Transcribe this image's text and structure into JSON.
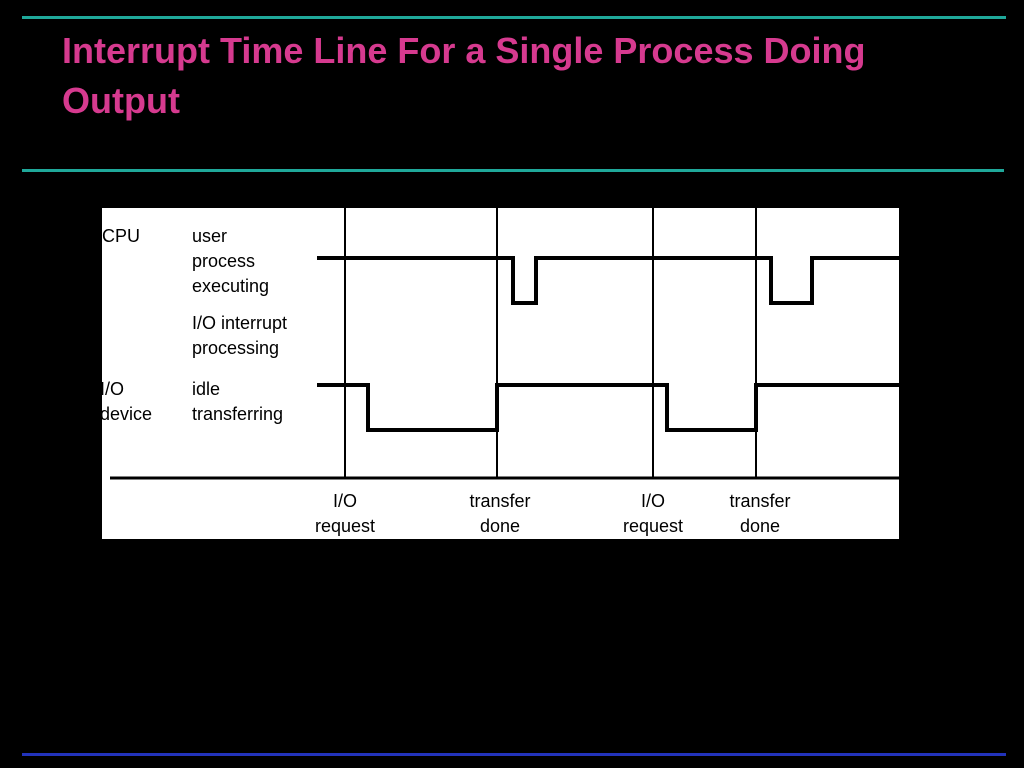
{
  "slide": {
    "title": "Interrupt Time Line For a Single Process Doing Output",
    "colors": {
      "background": "#000000",
      "title": "#d63a8f",
      "rule_top": "#1fa89a",
      "rule_mid": "#1fa89a",
      "rule_bottom": "#2233bb",
      "figure_background": "#ffffff",
      "figure_ink": "#000000"
    }
  },
  "diagram": {
    "cpu": {
      "label": "CPU",
      "states": [
        {
          "lines": [
            "user",
            "process",
            "executing"
          ]
        },
        {
          "lines": [
            "I/O interrupt",
            "processing"
          ]
        }
      ]
    },
    "io_device": {
      "label_lines": [
        "I/O",
        "device"
      ],
      "states": [
        "idle",
        "transferring"
      ]
    },
    "events": [
      {
        "lines": [
          "I/O",
          "request"
        ]
      },
      {
        "lines": [
          "transfer",
          "done"
        ]
      },
      {
        "lines": [
          "I/O",
          "request"
        ]
      },
      {
        "lines": [
          "transfer",
          "done"
        ]
      }
    ]
  }
}
